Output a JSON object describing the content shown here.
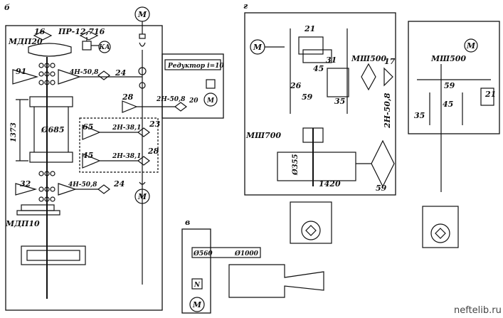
{
  "panels": {
    "b": {
      "letter": "б"
    },
    "g": {
      "letter": "г"
    },
    "v": {
      "letter": "в"
    }
  },
  "labels": {
    "motor": "M",
    "mdp20": "МДП20",
    "mdp10": "МДП10",
    "n16a": "16",
    "n16b": "16",
    "pr127": "ПР-12,7",
    "ka": "КА",
    "n91": "91",
    "ch4h508a": "4Н-50,8",
    "n24a": "24",
    "d685": "Ø685",
    "dim1373": "1373",
    "n65": "65",
    "n45a": "45",
    "ch2h381a": "2Н-38,1",
    "ch2h381b": "2Н-38,1",
    "n23": "23",
    "n28a": "28",
    "n28b": "28",
    "reductor": "Редуктор i=10",
    "ch2h508": "2Н-50,8",
    "n20": "20",
    "n32": "32",
    "ch4h508b": "4Н-50,8",
    "n24b": "24",
    "g21": "21",
    "g31": "31",
    "g45": "45",
    "g26": "26",
    "g59a": "59",
    "g35": "35",
    "msh500": "МШ500",
    "g17": "17",
    "msh700": "МШ700",
    "ch2h508g": "2Н-50,8",
    "d355": "Ø355",
    "dim1420": "1420",
    "g59b": "59",
    "r_msh500": "МШ500",
    "r59": "59",
    "r21": "21",
    "r45": "45",
    "r35": "35",
    "d560": "Ø560",
    "d1000": "Ø1000",
    "n_box": "N",
    "watermark": "neftelib.ru"
  }
}
